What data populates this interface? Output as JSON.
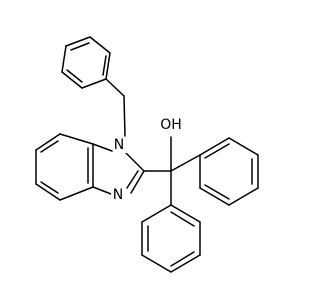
{
  "molecule": {
    "atoms": {
      "n1": {
        "symbol": "N"
      },
      "n3": {
        "symbol": "N"
      },
      "oh": {
        "symbol": "OH"
      }
    }
  }
}
